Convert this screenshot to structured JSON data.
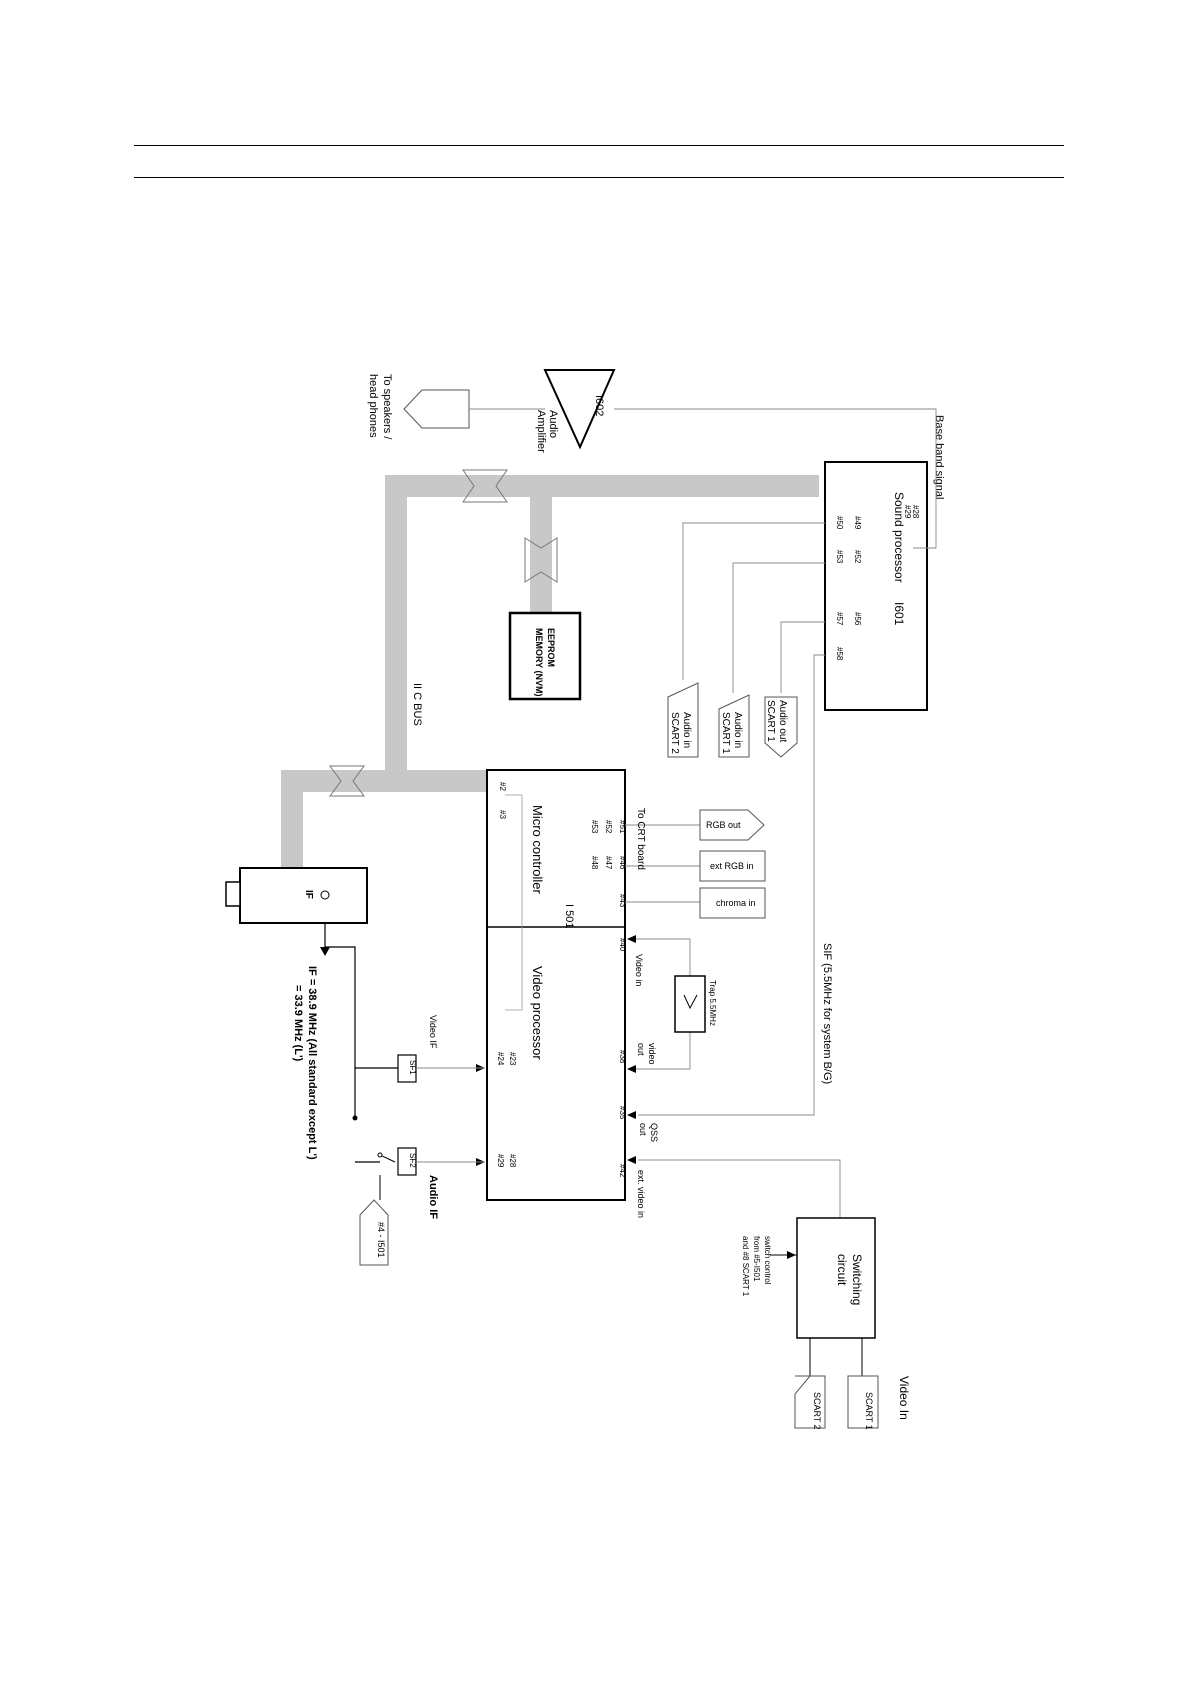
{
  "sound_processor": {
    "name": "Sound processor",
    "ref": "I601",
    "pins": [
      "#28",
      "#29",
      "#49",
      "#50",
      "#52",
      "#53",
      "#56",
      "#57",
      "#58"
    ]
  },
  "audio_amp": {
    "ref": "I602",
    "label_1": "Audio",
    "label_2": "Amplifier"
  },
  "speakers": {
    "line_1": "To speakers /",
    "line_2": "head phones"
  },
  "base_band": "Base band signal",
  "audio_connectors": {
    "audio_out": [
      "Audio out",
      "SCART 1"
    ],
    "audio_in_1": [
      "Audio in",
      "SCART 1"
    ],
    "audio_in_2": [
      "Audio in",
      "SCART 2"
    ]
  },
  "eeprom": {
    "line_1": "EEPROM",
    "line_2": "MEMORY (NVM)"
  },
  "iic_bus": "II C BUS",
  "micro": {
    "name": "Micro controller",
    "ref": "I 501",
    "pins": [
      "#2",
      "#3",
      "#51",
      "#52",
      "#53",
      "#46",
      "#47",
      "#48",
      "#43"
    ]
  },
  "video_proc": {
    "name": "Video processor",
    "pins": [
      "#40",
      "#38",
      "#35",
      "#42",
      "#23",
      "#24",
      "#28",
      "#29"
    ],
    "video_in": "Video in",
    "video_out": [
      "video",
      "out"
    ],
    "qss_out": [
      "QSS",
      "out"
    ],
    "ext_video_in": "ext. video in"
  },
  "crt": {
    "to_crt": "To CRT board",
    "rgb_out": "RGB out",
    "ext_rgb_in": "ext RGB in",
    "chroma_in": "chroma in"
  },
  "trap": "Trap 5.5MHz",
  "sif": "SIF (5.5MHz for system B/G)",
  "tuner": {
    "label": "IF"
  },
  "if_note": {
    "line_1": "IF = 38.9 MHz (All standard except L')",
    "line_2": "= 33.9 MHz (L')"
  },
  "filters": {
    "sf1": "SF1",
    "sf2": "SF2",
    "video_if": "Video IF",
    "audio_if": "Audio IF",
    "ctrl": "#4 - I501"
  },
  "switching": {
    "name_1": "Switching",
    "name_2": "circuit",
    "ctrl_1": "switch control",
    "ctrl_2": "from #5-I501",
    "ctrl_3": "and #8 SCART 1"
  },
  "video_in_block": {
    "title": "Video In",
    "scart1": "SCART 1",
    "scart2": "SCART 2"
  }
}
